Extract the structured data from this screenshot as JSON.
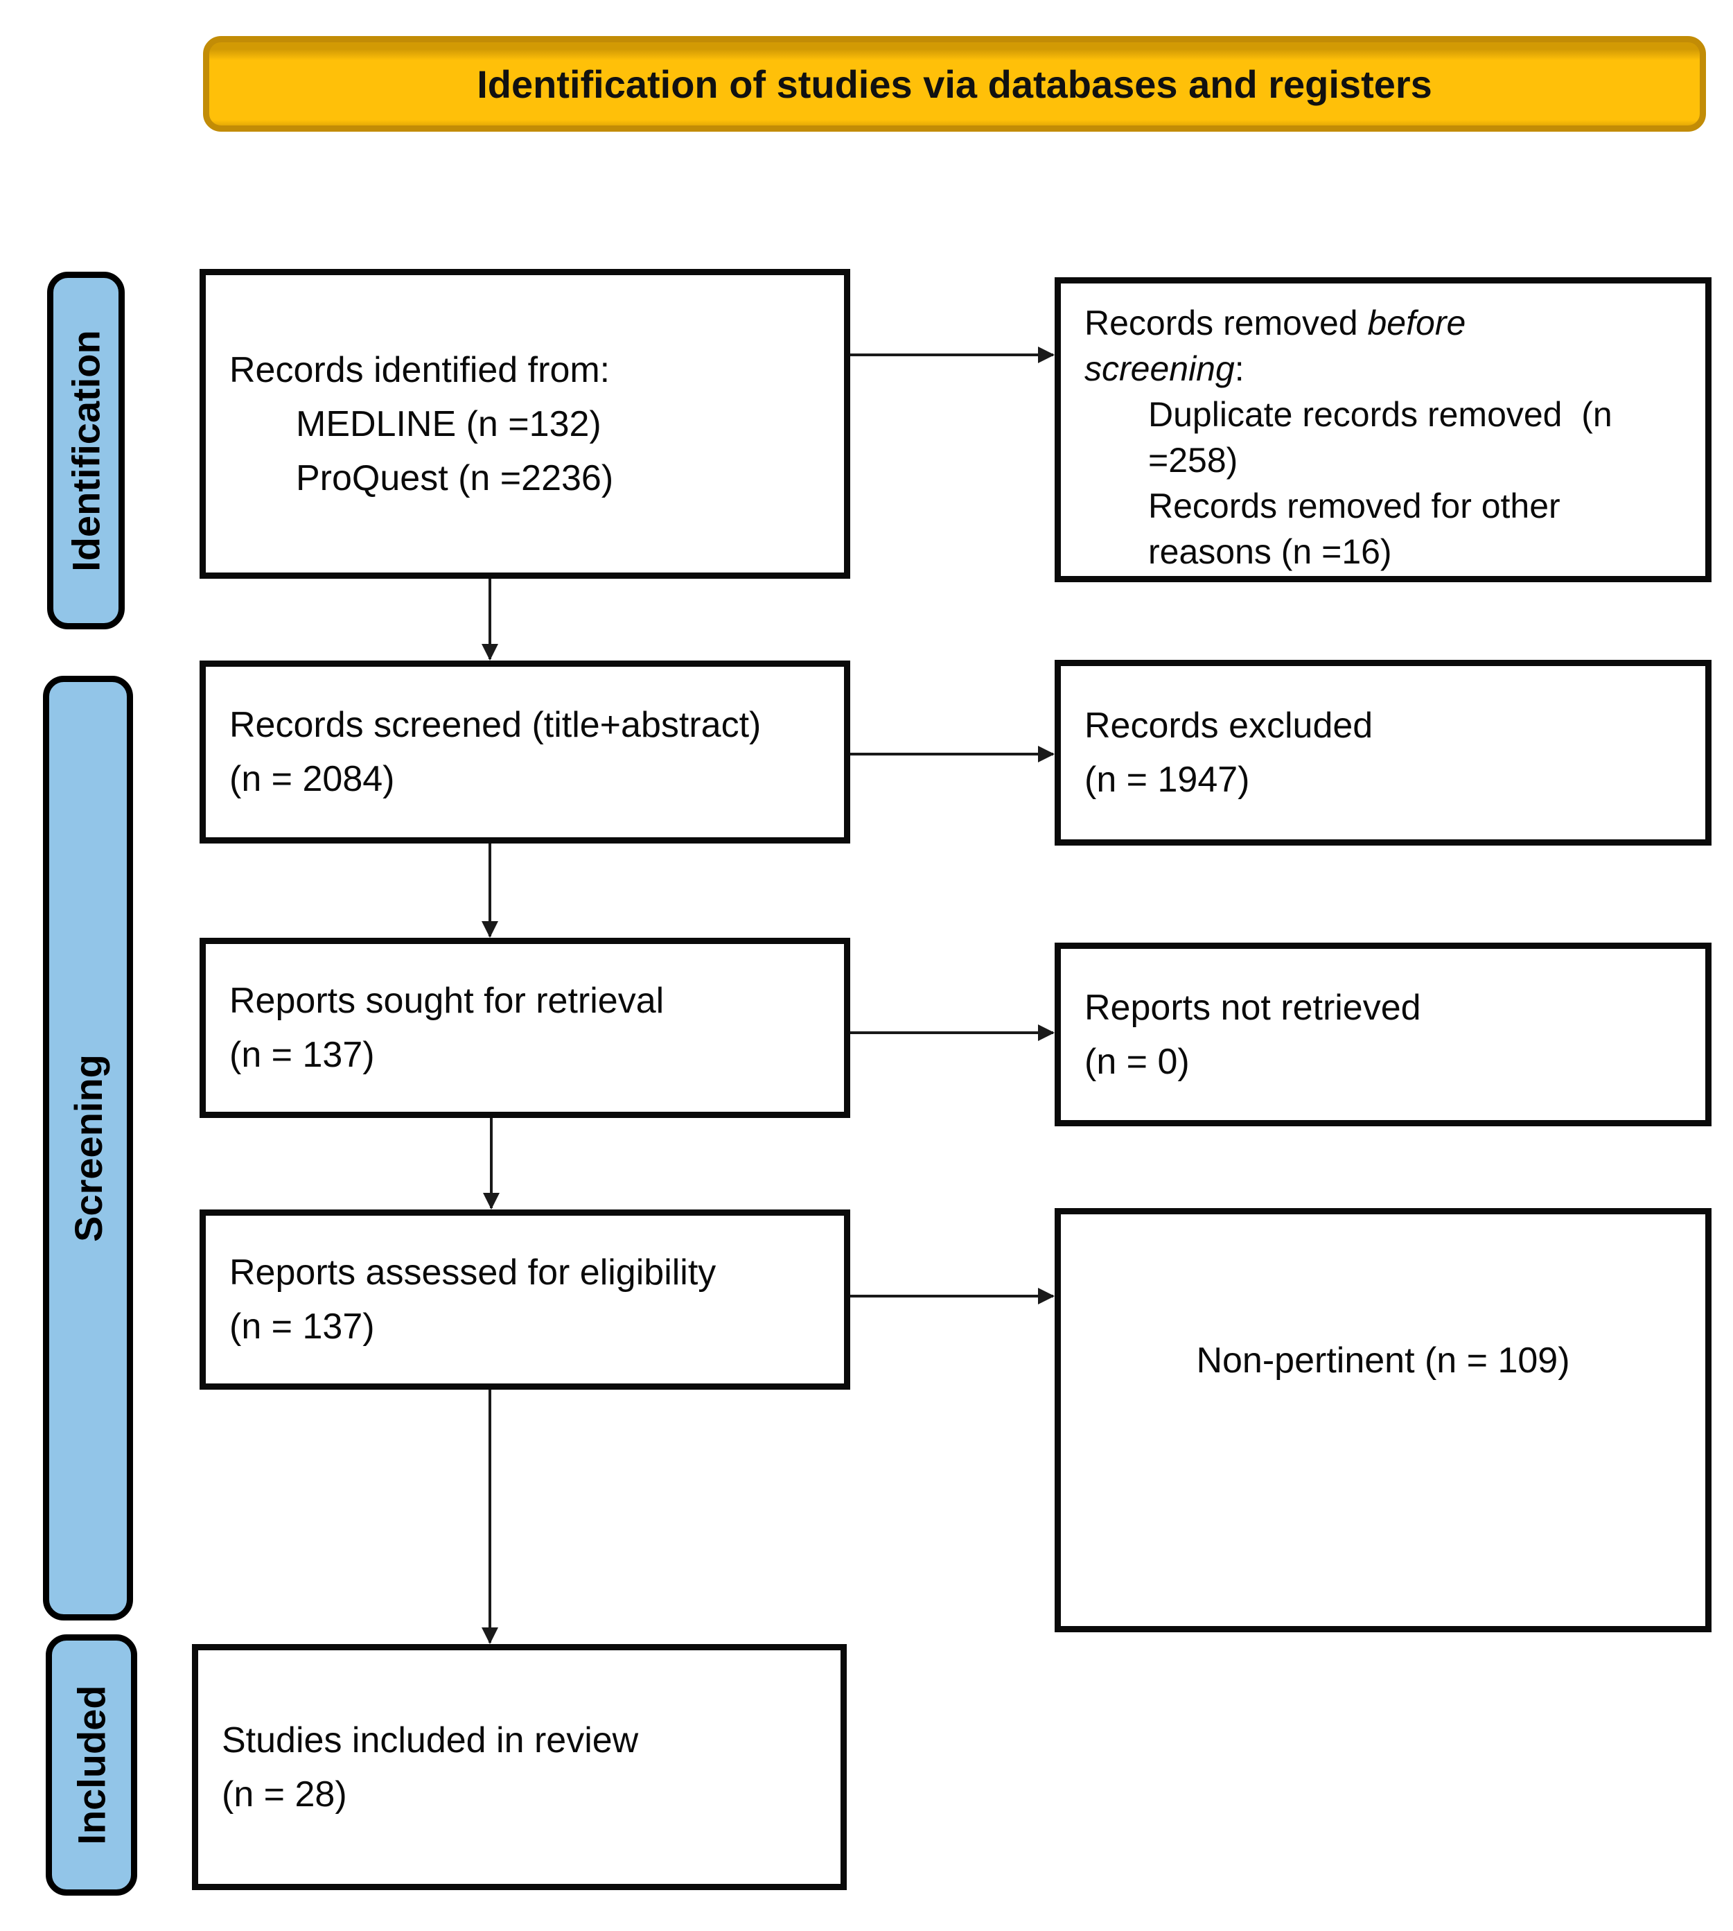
{
  "banner": {
    "title": "Identification of studies via databases and registers",
    "fill": "#FFC009",
    "border": "#C28C06"
  },
  "stages": [
    {
      "label": "Identification"
    },
    {
      "label": "Screening"
    },
    {
      "label": "Included"
    }
  ],
  "stage_fill": "#92C5E8",
  "boxes": {
    "identified": {
      "line1": "Records identified from:",
      "line2": "MEDLINE (n =132)",
      "line3": "ProQuest (n =2236)"
    },
    "removed": {
      "line1_pre": "Records removed ",
      "line1_italic": "before",
      "line2_italic": "screening",
      "line2_post": ":",
      "items": [
        "Duplicate records removed  (n",
        "=258)",
        "Records removed for other",
        "reasons (n =16)"
      ]
    },
    "screened": {
      "line1": "Records screened (title+abstract)",
      "line2": "(n = 2084)"
    },
    "excluded": {
      "line1": "Records excluded",
      "line2": "(n = 1947)"
    },
    "sought": {
      "line1": "Reports sought for retrieval",
      "line2": "(n = 137)"
    },
    "not_retrieved": {
      "line1": "Reports not retrieved",
      "line2": "(n = 0)"
    },
    "assessed": {
      "line1": "Reports assessed for eligibility",
      "line2": "(n = 137)"
    },
    "non_pertinent": {
      "line1": "Non-pertinent (n = 109)"
    },
    "included_review": {
      "line1": "Studies included in review",
      "line2": "(n = 28)"
    }
  }
}
